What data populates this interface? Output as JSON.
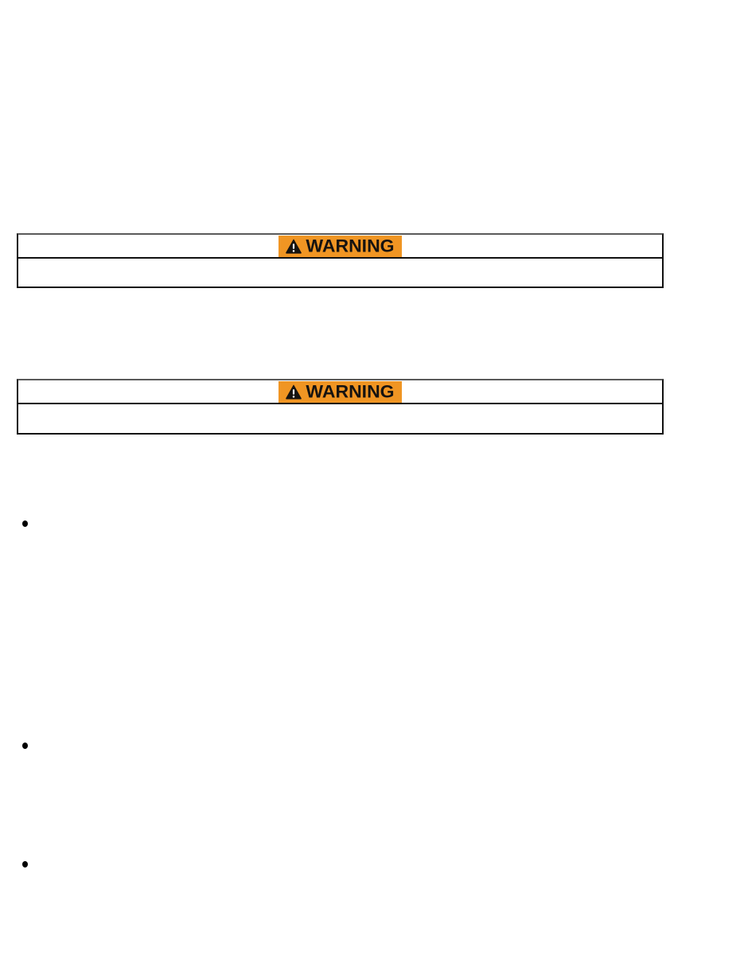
{
  "page": {
    "background_color": "#ffffff",
    "type": "manual-page"
  },
  "warning_boxes": [
    {
      "label": "WARNING",
      "icon": "warning-triangle-icon",
      "label_bg_color": "#F09523",
      "label_text_color": "#161310",
      "body_text": ""
    },
    {
      "label": "WARNING",
      "icon": "warning-triangle-icon",
      "label_bg_color": "#F09523",
      "label_text_color": "#161310",
      "body_text": ""
    }
  ],
  "bullet_list": {
    "items": [
      {
        "text": ""
      },
      {
        "text": ""
      },
      {
        "text": ""
      }
    ]
  }
}
